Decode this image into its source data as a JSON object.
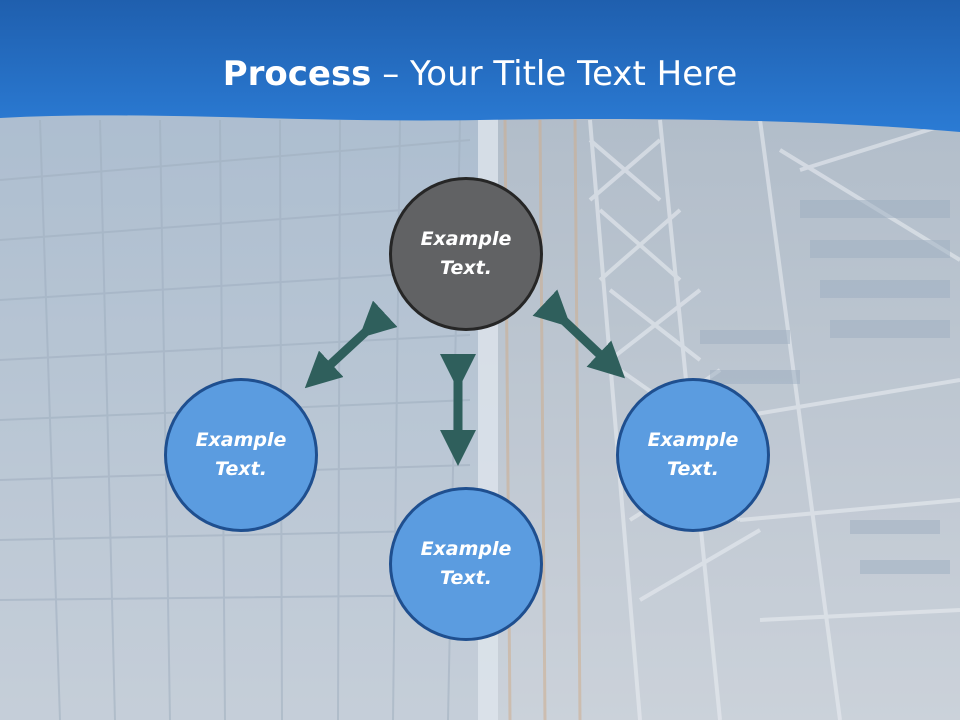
{
  "slide": {
    "title_bold": "Process",
    "title_rest": " – Your Title Text Here"
  },
  "nodes": {
    "center": {
      "line1": "Example",
      "line2": "Text."
    },
    "left": {
      "line1": "Example",
      "line2": "Text."
    },
    "bottom": {
      "line1": "Example",
      "line2": "Text."
    },
    "right": {
      "line1": "Example",
      "line2": "Text."
    }
  },
  "colors": {
    "header_blue": "#2a70c4",
    "center_fill": "#616264",
    "node_fill": "#5b9ce0",
    "arrow": "#2f5f5c"
  }
}
